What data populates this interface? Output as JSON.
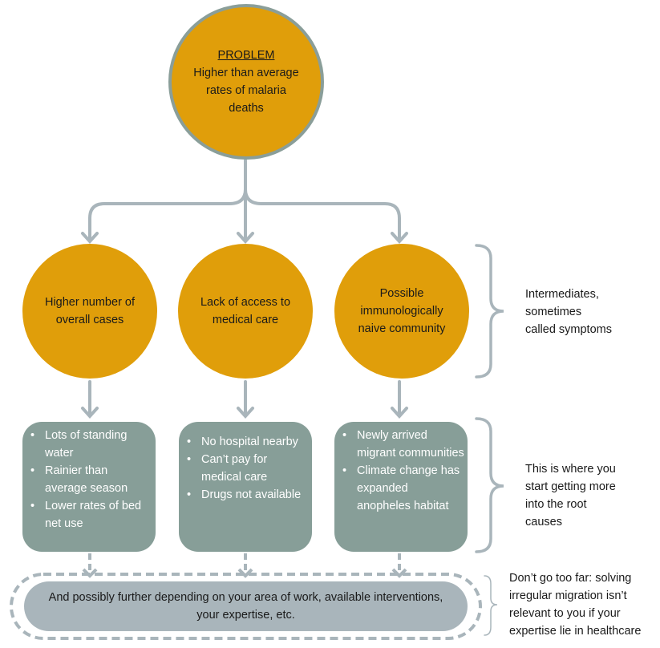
{
  "colors": {
    "circle_fill": "#E09E0A",
    "circle_border": "#8A9E99",
    "box_fill": "#879E98",
    "final_box_fill": "#A9B5BB",
    "connector": "#A9B5BB",
    "text_dark": "#1A1A1A",
    "text_light": "#FFFFFF"
  },
  "problem": {
    "heading": "PROBLEM",
    "lines": [
      "Higher than average",
      "rates of malaria",
      "deaths"
    ]
  },
  "intermediates": [
    {
      "lines": [
        "Higher number of",
        "overall cases"
      ]
    },
    {
      "lines": [
        "Lack of access to",
        "medical care"
      ]
    },
    {
      "lines": [
        "Possible",
        "immunologically",
        "naive community"
      ]
    }
  ],
  "root_causes": [
    {
      "items": [
        "Lots of standing water",
        "Rainier than average season",
        "Lower rates of bed net use"
      ]
    },
    {
      "items": [
        "No hospital nearby",
        "Can’t pay for medical care",
        "Drugs not available"
      ]
    },
    {
      "items": [
        "Newly arrived migrant communities",
        "Climate change has expanded anopheles habitat"
      ]
    }
  ],
  "further": {
    "lines": [
      "And possibly further depending on your area of work, available interventions,",
      "your expertise, etc."
    ]
  },
  "annotations": [
    {
      "lines": [
        "Intermediates,",
        "sometimes",
        "called symptoms"
      ]
    },
    {
      "lines": [
        "This is where you",
        "start getting more",
        "into the root",
        "causes"
      ]
    },
    {
      "lines": [
        "Don’t go too far: solving",
        "irregular migration isn’t",
        "relevant to you if your",
        "expertise lie in healthcare"
      ]
    }
  ]
}
